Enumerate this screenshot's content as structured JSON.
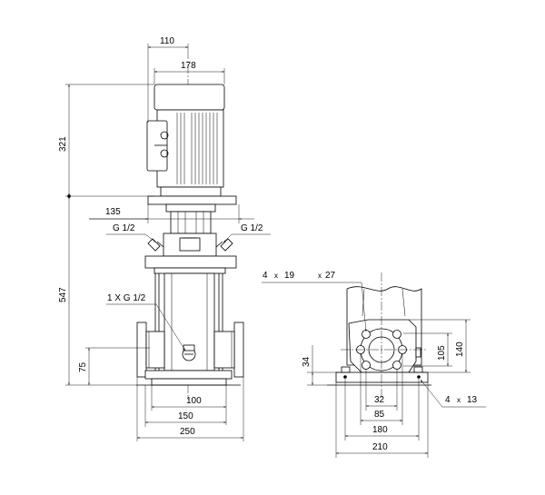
{
  "front_view": {
    "dims": {
      "motor_flange": "110",
      "motor_width": "178",
      "motor_height": "321",
      "overall_height": "547",
      "coupling_width": "135",
      "inlet_height": "75",
      "base_inner": "100",
      "base_outer": "150",
      "flange_span": "250"
    },
    "labels": {
      "vent_left": "G 1/2",
      "vent_right": "G 1/2",
      "drain": "1 X G 1/2"
    }
  },
  "base_view": {
    "dims": {
      "flange_holes_count": "4",
      "flange_holes_x": "x",
      "flange_holes_dia": "19",
      "flange_holes_x2": "x",
      "flange_pcd": "27",
      "flange_inner": "105",
      "flange_outer": "140",
      "axis_height": "34",
      "pitch_32": "32",
      "pitch_85": "85",
      "width_180": "180",
      "width_210": "210",
      "foot_holes_count": "4",
      "foot_holes_x": "x",
      "foot_holes_dia": "13"
    }
  }
}
